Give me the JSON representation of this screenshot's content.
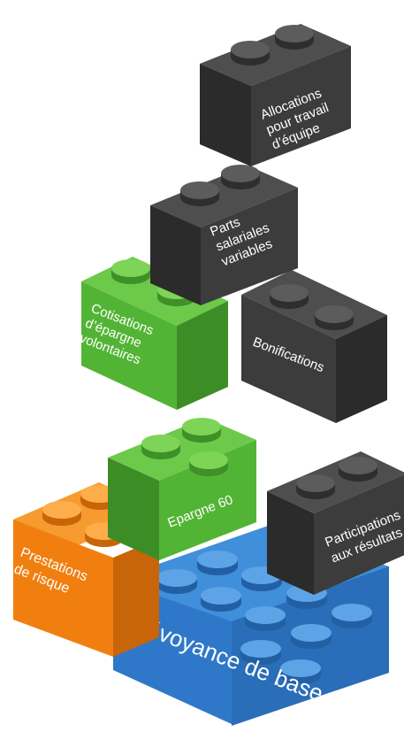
{
  "colors": {
    "white": "#ffffff",
    "dark_front": "#3c3c3c",
    "dark_top": "#4e4e4e",
    "dark_side": "#2b2b2b",
    "dark_stud": "#5c5c5c",
    "green_front": "#52b435",
    "green_top": "#6cc94a",
    "green_side": "#3d8d27",
    "green_stud": "#7dd457",
    "orange_front": "#f07f10",
    "orange_top": "#f79a2f",
    "orange_side": "#c76508",
    "orange_stud": "#ffad4a",
    "blue_front": "#2f78c9",
    "blue_top": "#3f8fdb",
    "blue_side": "#235fa3",
    "blue_stud": "#5da4e6"
  },
  "blocks": {
    "allocations": [
      "Allocations",
      "pour travail",
      "d’équipe"
    ],
    "parts": [
      "Parts",
      "salariales",
      "variables"
    ],
    "cotisations": [
      "Cotisations",
      "d’épargne",
      "volontaires"
    ],
    "bonifications": "Bonifications",
    "epargne60": "Epargne 60",
    "participations": [
      "Participations",
      "aux résultats"
    ],
    "prestations": [
      "Prestations",
      "de risque"
    ],
    "prevoyance": "Prévoyance de base"
  }
}
